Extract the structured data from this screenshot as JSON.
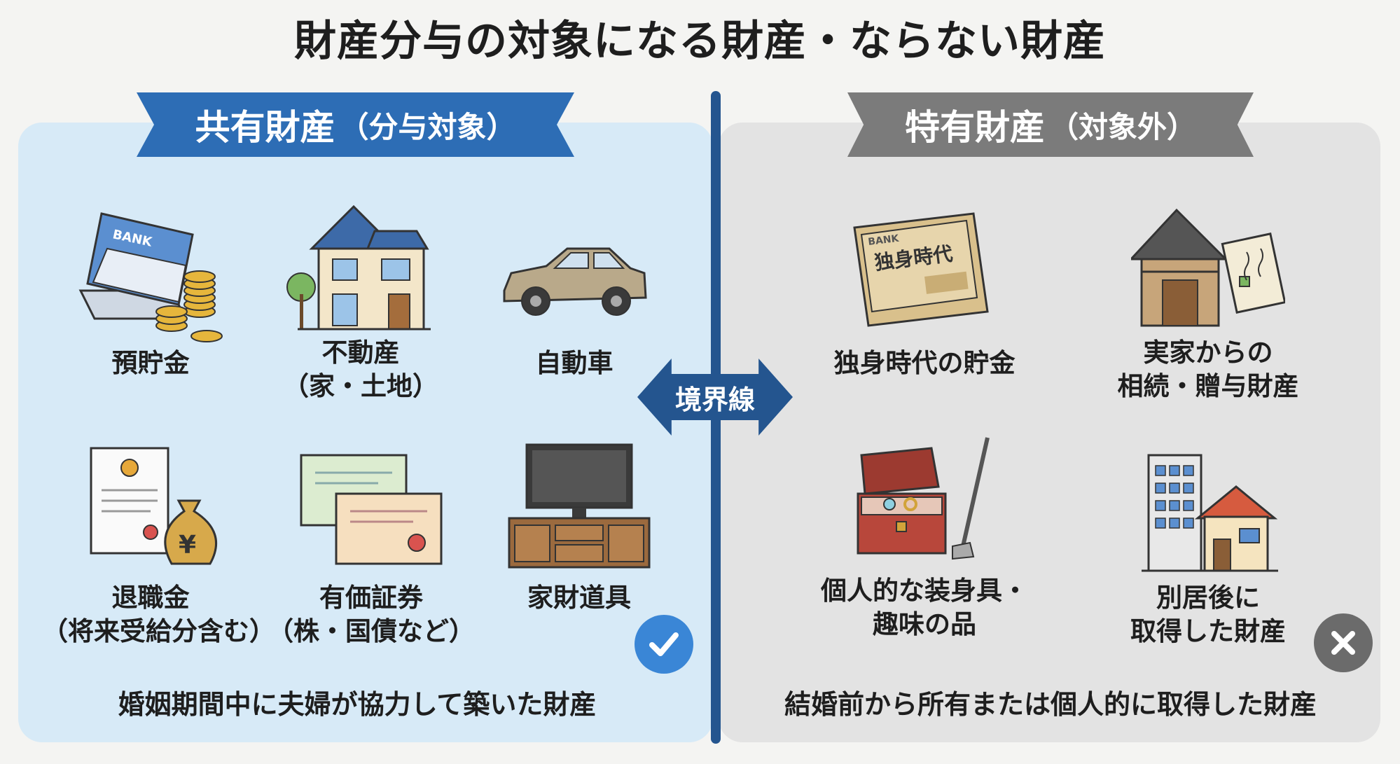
{
  "title": "財産分与の対象になる財産・ならない財産",
  "left": {
    "banner_main": "共有財産",
    "banner_sub": "（分与対象）",
    "items": [
      {
        "line1": "預貯金",
        "line2": ""
      },
      {
        "line1": "不動産",
        "line2": "（家・土地）"
      },
      {
        "line1": "自動車",
        "line2": ""
      },
      {
        "line1": "退職金",
        "line2": "（将来受給分含む）"
      },
      {
        "line1": "有価証券",
        "line2": "（株・国債など）"
      },
      {
        "line1": "家財道具",
        "line2": ""
      }
    ],
    "footer": "婚姻期間中に夫婦が協力して築いた財産",
    "badge_icon": "check-icon"
  },
  "right": {
    "banner_main": "特有財産",
    "banner_sub": "（対象外）",
    "items": [
      {
        "line1": "独身時代の貯金",
        "line2": ""
      },
      {
        "line1": "実家からの",
        "line2": "相続・贈与財産"
      },
      {
        "line1": "個人的な装身具・",
        "line2": "趣味の品"
      },
      {
        "line1": "別居後に",
        "line2": "取得した財産"
      }
    ],
    "footer": "結婚前から所有または個人的に取得した財産",
    "badge_icon": "cross-icon"
  },
  "boundary": "境界線",
  "icon_text": {
    "bank": "BANK",
    "single_book": "独身時代",
    "yen": "¥"
  },
  "colors": {
    "left_panel": "#d7eaf7",
    "left_banner": "#2d6db5",
    "right_panel": "#e3e3e3",
    "right_banner": "#7b7b7b",
    "divider": "#24558f"
  }
}
